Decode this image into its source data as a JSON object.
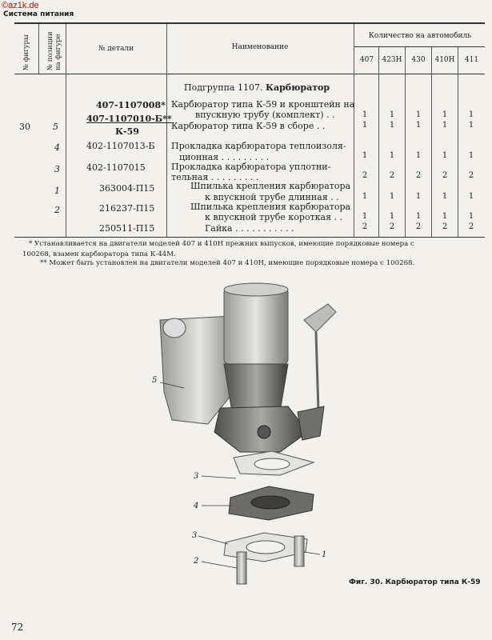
{
  "watermark": "©az1k.de",
  "section_title": "Система питания",
  "headers": {
    "fig_no": "№ фигуры",
    "pos_no": "№ позиции на фигуре",
    "part_no": "№ детали",
    "name": "Наименование",
    "qty": "Количество на автомобиль",
    "models": [
      "407",
      "423Н",
      "430",
      "410Н",
      "411"
    ]
  },
  "subgroup": {
    "prefix": "Подгруппа 1107.",
    "title": "Карбюратор"
  },
  "rows": [
    {
      "fig": "30",
      "pos": "5",
      "part_lines": [
        "407-1107008*",
        "407-1107010-Б**",
        "К-59"
      ],
      "name_lines": [
        "Карбюратор типа К-59 и кронштейн на",
        "впускную трубу (комплект) . .",
        "Карбюратор типа К-59 в сборе . ."
      ],
      "qty": [
        [
          "1",
          "1",
          "1",
          "1",
          "1"
        ],
        [
          "1",
          "1",
          "1",
          "1",
          "1"
        ]
      ]
    },
    {
      "pos": "4",
      "part": "402-1107013-Б",
      "name_lines": [
        "Прокладка карбюратора теплоизоля-",
        "ционная . . . . . . . . ."
      ],
      "qty": [
        "1",
        "1",
        "1",
        "1",
        "1"
      ]
    },
    {
      "pos": "3",
      "part": "402-1107015",
      "name_lines": [
        "Прокладка карбюратора уплотни-",
        "тельная . . . . . . . . ."
      ],
      "qty": [
        "2",
        "2",
        "2",
        "2",
        "2"
      ]
    },
    {
      "pos": "1",
      "part": "363004-П15",
      "name_lines": [
        "Шпилька крепления карбюратора",
        "к впускной трубе длинная . ."
      ],
      "qty": [
        "1",
        "1",
        "1",
        "1",
        "1"
      ]
    },
    {
      "pos": "2",
      "part": "216237-П15",
      "name_lines": [
        "Шпилька крепления карбюратора",
        "к впускной трубе короткая . ."
      ],
      "qty": [
        "1",
        "1",
        "1",
        "1",
        "1"
      ]
    },
    {
      "part": "250511-П15",
      "name_lines": [
        "Гайка . . . . . . . . . . ."
      ],
      "qty": [
        "2",
        "2",
        "2",
        "2",
        "2"
      ]
    }
  ],
  "footnotes": [
    "* Устанавливается на двигатели моделей 407 и 410Н прежних выпусков, имеющие порядковые номера с",
    "100268, взамен карбюратора типа К-44М.",
    "** Может быть установлен на двигатели моделей 407 и 410Н, имеющие порядковые номера с 100268."
  ],
  "figure_labels": [
    "5",
    "3",
    "4",
    "3",
    "2",
    "1"
  ],
  "caption": "Фиг. 30. Карбюратор типа К-59",
  "page_number": "72",
  "colors": {
    "paper": "#f3f1ec",
    "ink": "#1f1f1f"
  }
}
